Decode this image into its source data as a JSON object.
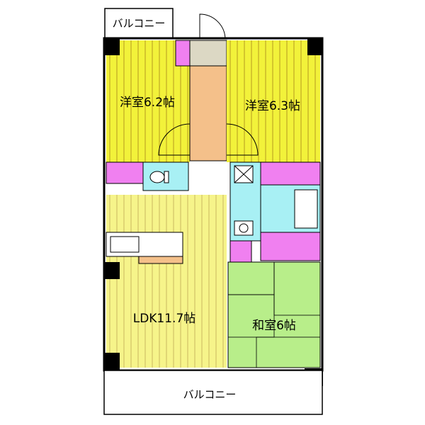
{
  "rooms": {
    "western_left": {
      "label": "洋室6.2帖",
      "color": "#f2f23a"
    },
    "western_right": {
      "label": "洋室6.3帖",
      "color": "#f2f23a"
    },
    "ldk": {
      "label": "LDK11.7帖",
      "color": "#f6f48a"
    },
    "japanese": {
      "label": "和室6帖",
      "color": "#b8ee8a"
    }
  },
  "balconies": {
    "top": {
      "label": "バルコニー"
    },
    "bottom": {
      "label": "バルコニー"
    }
  },
  "colors": {
    "hall": "#f4c08a",
    "wet_area": "#a8f0f4",
    "storage": "#f080f0",
    "entrance": "#dcd8c4",
    "wall": "#000000"
  }
}
